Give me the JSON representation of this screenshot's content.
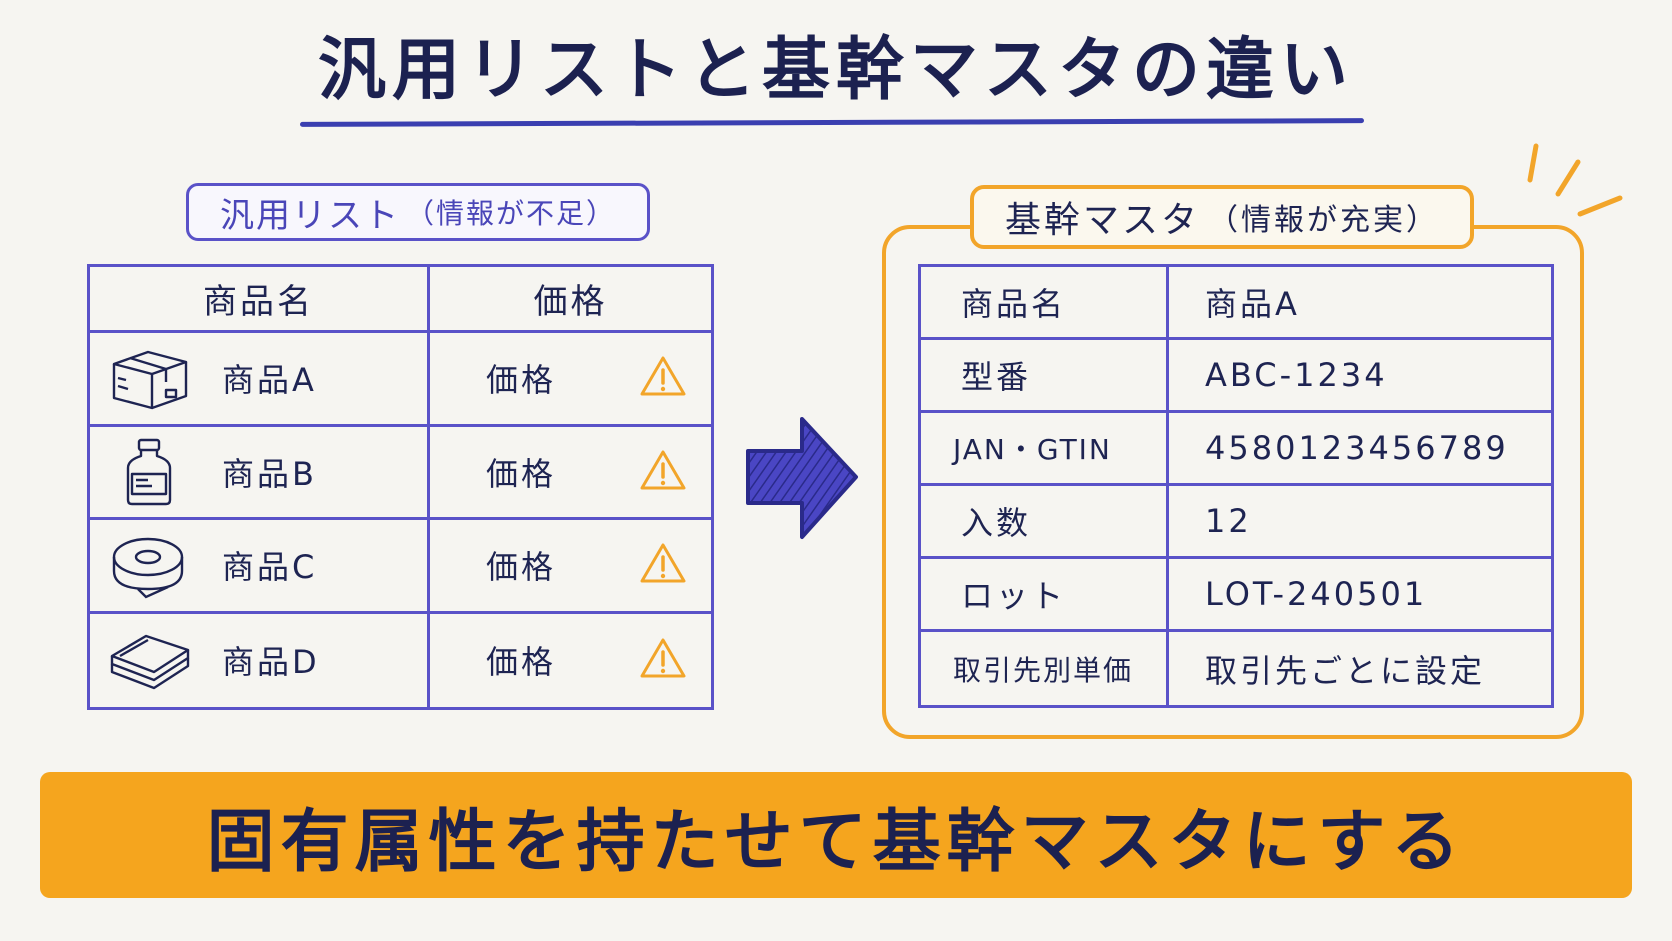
{
  "title": "汎用リストと基幹マスタの違い",
  "left": {
    "label": "汎用リスト",
    "label_sub": "（情報が不足）",
    "header": [
      "商品名",
      "価格"
    ],
    "rows": [
      {
        "name": "商品A",
        "price": "価格",
        "icon": "box-icon"
      },
      {
        "name": "商品B",
        "price": "価格",
        "icon": "bottle-icon"
      },
      {
        "name": "商品C",
        "price": "価格",
        "icon": "tape-roll-icon"
      },
      {
        "name": "商品D",
        "price": "価格",
        "icon": "towel-stack-icon"
      }
    ]
  },
  "right": {
    "label": "基幹マスタ",
    "label_sub": "（情報が充実）",
    "rows": [
      {
        "key": "商品名",
        "value": "商品A"
      },
      {
        "key": "型番",
        "value": "ABC-1234"
      },
      {
        "key": "JAN・GTIN",
        "value": "4580123456789"
      },
      {
        "key": "入数",
        "value": "12"
      },
      {
        "key": "ロット",
        "value": "LOT-240501"
      },
      {
        "key": "取引先別単価",
        "value": "取引先ごとに設定"
      }
    ]
  },
  "banner": "固有属性を持たせて基幹マスタにする",
  "colors": {
    "accent_blue": "#5a52c8",
    "accent_orange": "#f2a52a",
    "banner": "#f5a51e",
    "text": "#1e2452"
  }
}
